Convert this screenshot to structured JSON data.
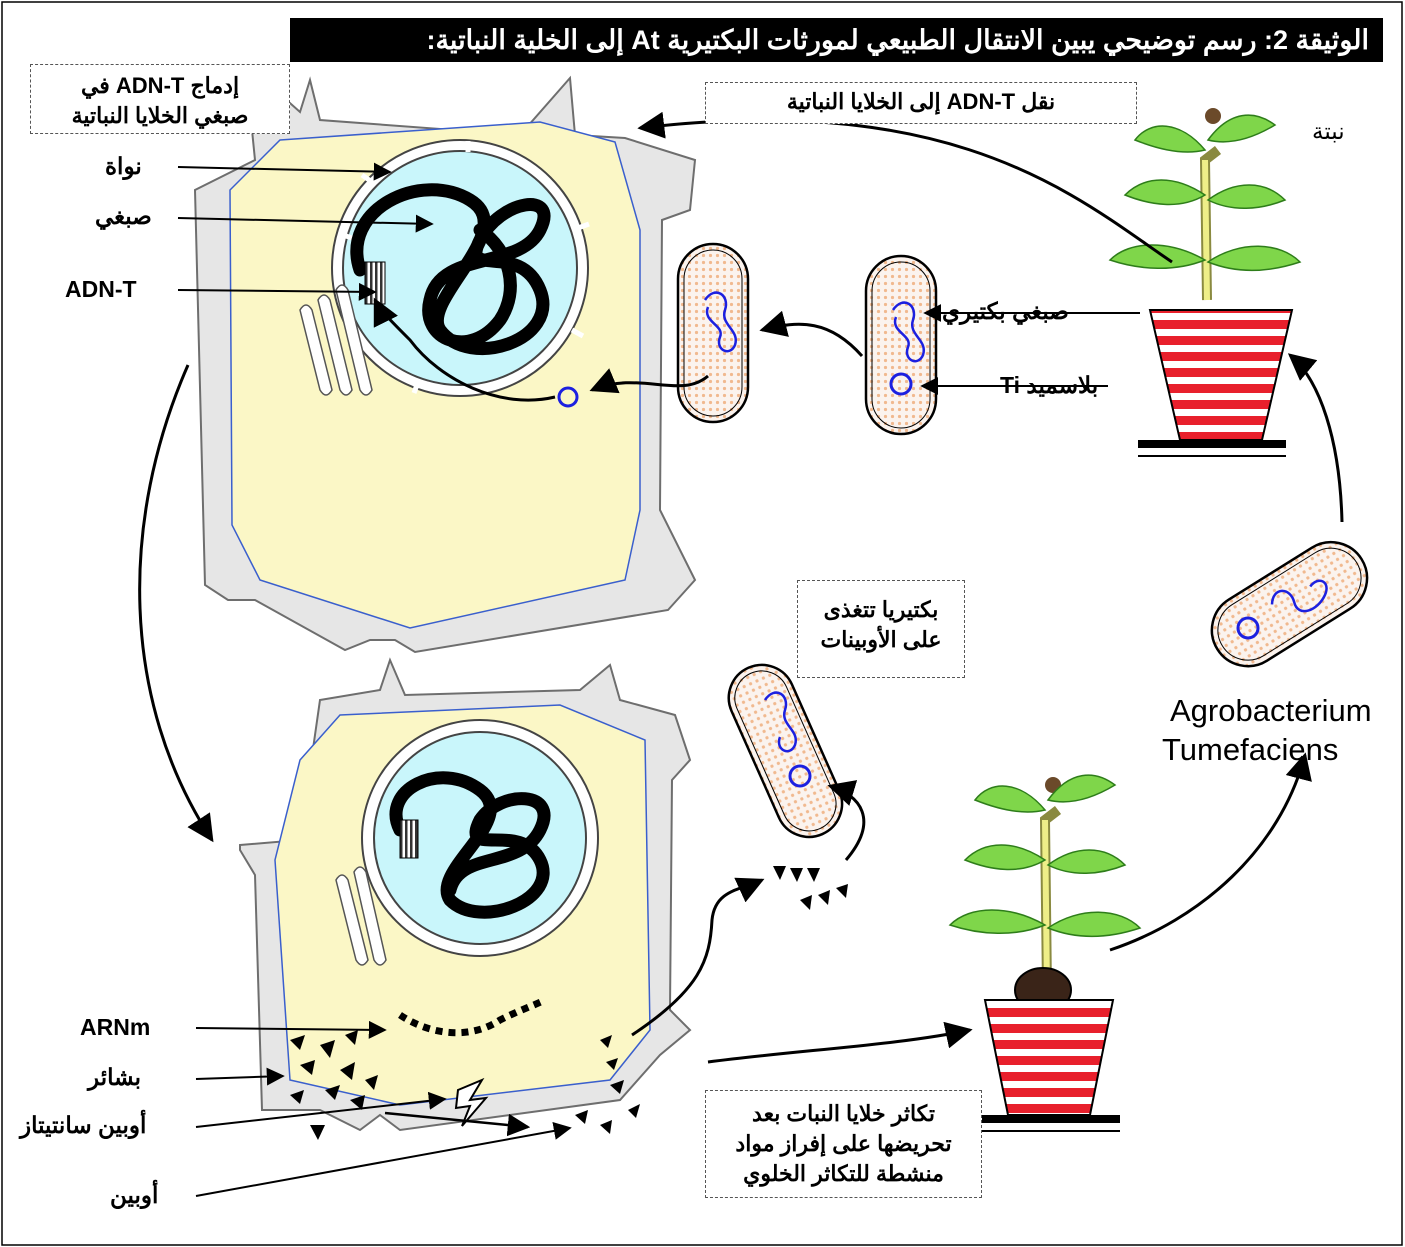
{
  "title": "الوثيقة 2: رسم توضيحي يبين الانتقال الطبيعي لمورثات البكتيرية At إلى الخلية النباتية:",
  "boxes": {
    "integration": [
      "إدماج ADN-T في",
      "صبغي الخلايا النباتية"
    ],
    "transfer": "نقل ADN-T إلى الخلايا النباتية",
    "bacteria_feed": [
      "بكتيريا تتغذى",
      "على الأوبينات"
    ],
    "proliferation": [
      "تكاثر خلايا النبات بعد",
      "تحريضها على إفراز مواد",
      "منشطة للتكاثر الخلوي"
    ]
  },
  "labels": {
    "nucleus": "نواة",
    "chromosome": "صبغي",
    "adn_t": "ADN-T",
    "plant": "نبتة",
    "bacterial_chromosome": "صبغي بكتيري",
    "ti_plasmid": "بلاسميد Ti",
    "arnm": "ARNm",
    "ribosomes": "بشائر",
    "opine_synthetase": "أوبين سانتيتاز",
    "opine": "أوبين",
    "agrobacterium_line1": "Agrobacterium",
    "agrobacterium_line2": "Tumefaciens"
  },
  "colors": {
    "cell_wall": "#e6e6e6",
    "cytoplasm": "#fbf7c6",
    "nucleus": "#c9f6fb",
    "membrane": "#3a5fcd",
    "dna_blue": "#1c20e0",
    "pot_red": "#e8202c",
    "leaf_green": "#7fd64a",
    "bacterium_fill": "#fbe9dc"
  }
}
